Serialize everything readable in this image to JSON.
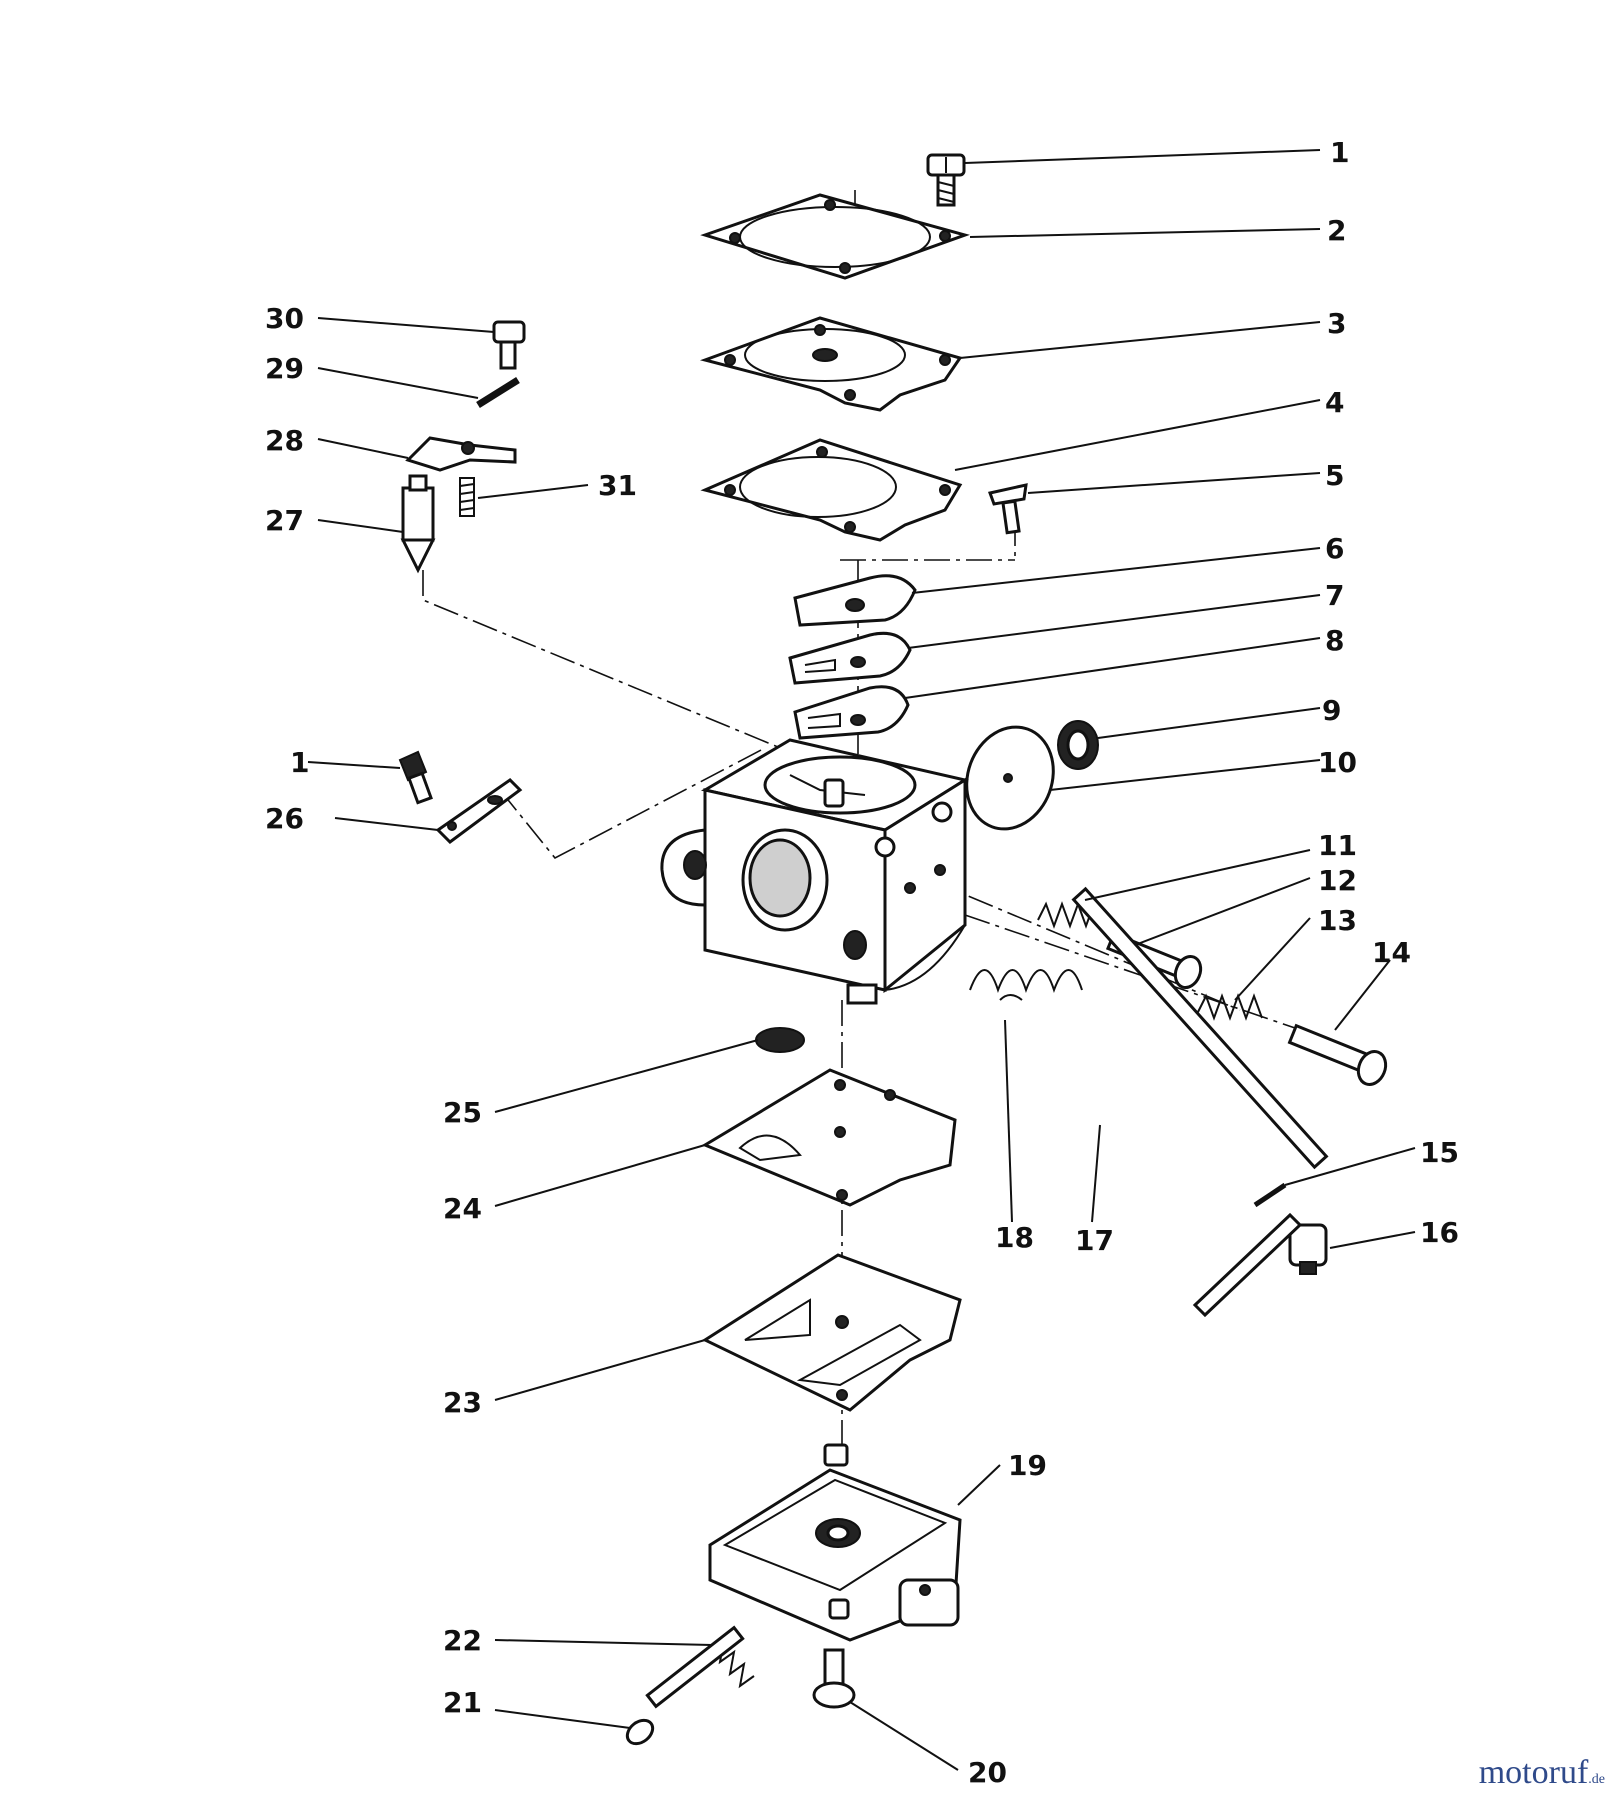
{
  "diagram": {
    "callouts": [
      {
        "id": "p1a",
        "label": "1"
      },
      {
        "id": "p2",
        "label": "2"
      },
      {
        "id": "p3",
        "label": "3"
      },
      {
        "id": "p4",
        "label": "4"
      },
      {
        "id": "p5",
        "label": "5"
      },
      {
        "id": "p6",
        "label": "6"
      },
      {
        "id": "p7",
        "label": "7"
      },
      {
        "id": "p8",
        "label": "8"
      },
      {
        "id": "p9",
        "label": "9"
      },
      {
        "id": "p10",
        "label": "10"
      },
      {
        "id": "p11",
        "label": "11"
      },
      {
        "id": "p12",
        "label": "12"
      },
      {
        "id": "p13",
        "label": "13"
      },
      {
        "id": "p14",
        "label": "14"
      },
      {
        "id": "p15",
        "label": "15"
      },
      {
        "id": "p16",
        "label": "16"
      },
      {
        "id": "p17",
        "label": "17"
      },
      {
        "id": "p18",
        "label": "18"
      },
      {
        "id": "p19",
        "label": "19"
      },
      {
        "id": "p20",
        "label": "20"
      },
      {
        "id": "p21",
        "label": "21"
      },
      {
        "id": "p22",
        "label": "22"
      },
      {
        "id": "p23",
        "label": "23"
      },
      {
        "id": "p24",
        "label": "24"
      },
      {
        "id": "p25",
        "label": "25"
      },
      {
        "id": "p26",
        "label": "26"
      },
      {
        "id": "p27",
        "label": "27"
      },
      {
        "id": "p28",
        "label": "28"
      },
      {
        "id": "p29",
        "label": "29"
      },
      {
        "id": "p30",
        "label": "30"
      },
      {
        "id": "p31",
        "label": "31"
      },
      {
        "id": "p1b",
        "label": "1"
      }
    ]
  },
  "watermark": {
    "brand": "motoruf",
    "tld": ".de"
  }
}
